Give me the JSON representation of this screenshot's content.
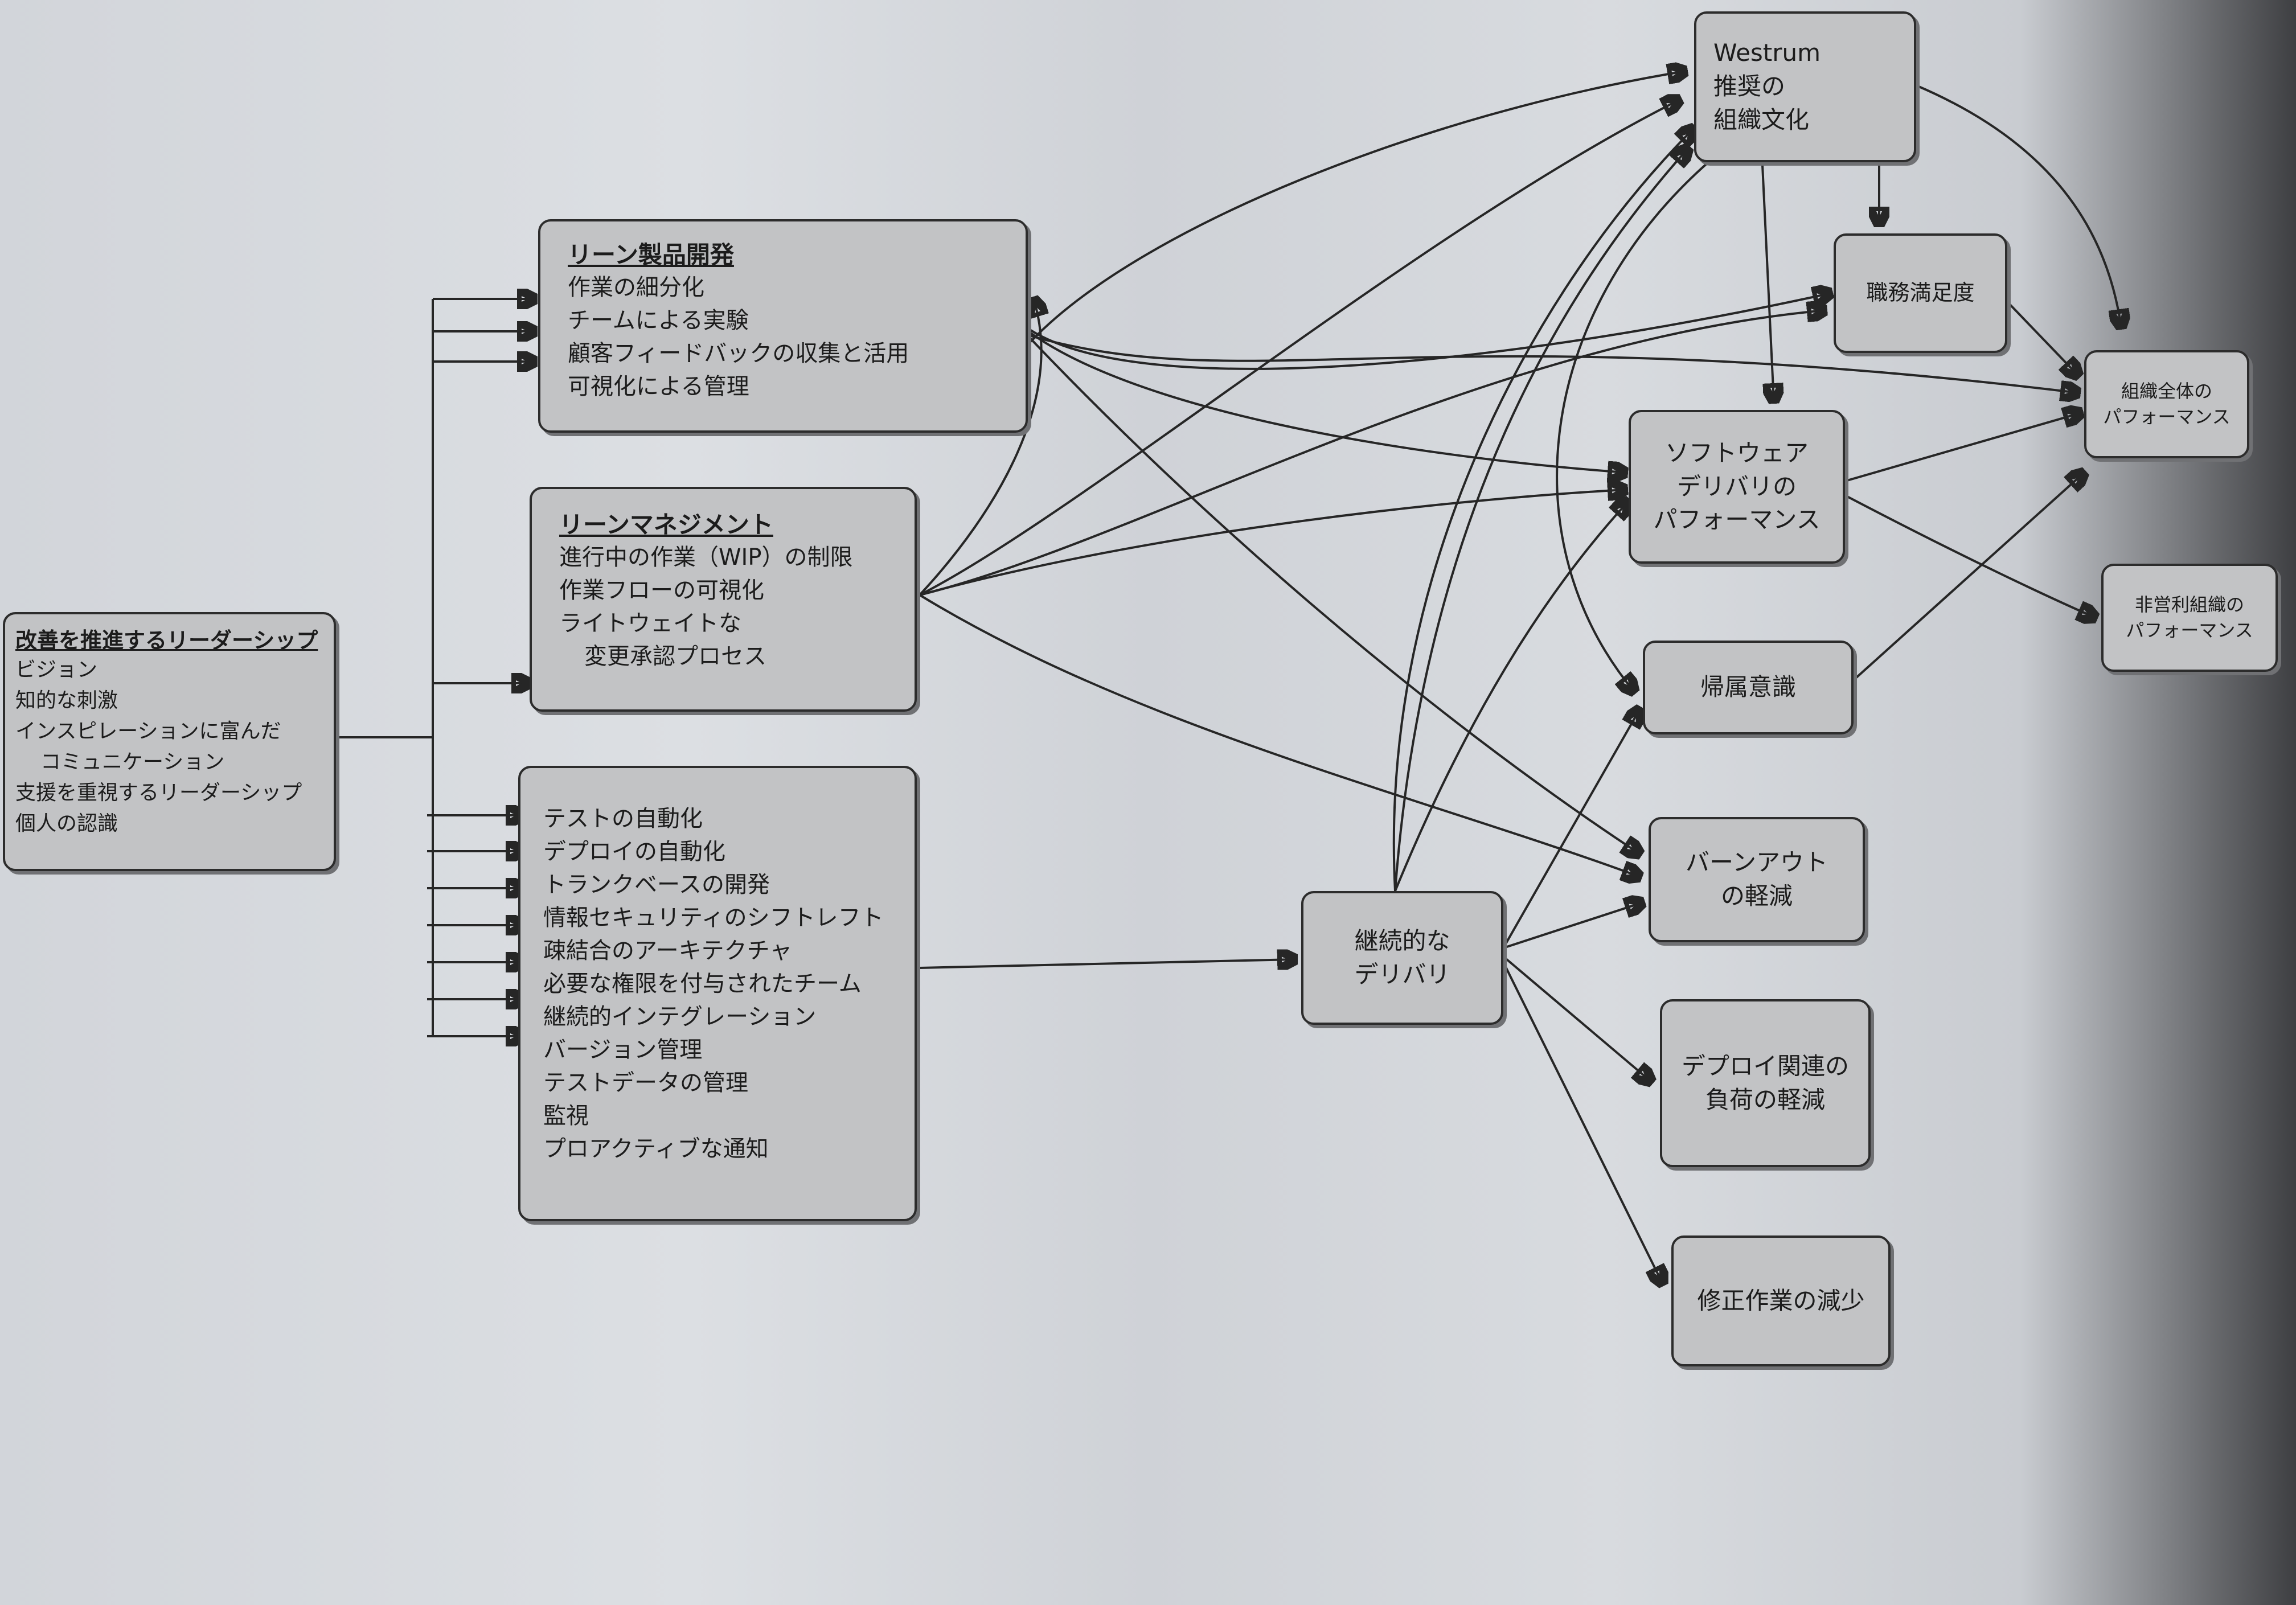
{
  "nodes": {
    "leadership": {
      "title": "改善を推進するリーダーシップ",
      "items": [
        "ビジョン",
        "知的な刺激",
        "インスピレーションに富んだ",
        "コミュニケーション",
        "支援を重視するリーダーシップ",
        "個人の認識"
      ]
    },
    "lean_product": {
      "title": "リーン製品開発",
      "items": [
        "作業の細分化",
        "チームによる実験",
        "顧客フィードバックの収集と活用",
        "可視化による管理"
      ]
    },
    "lean_management": {
      "title": "リーンマネジメント",
      "items": [
        "進行中の作業（WIP）の制限",
        "作業フローの可視化",
        "ライトウェイトな",
        "変更承認プロセス"
      ]
    },
    "technical_practices": {
      "items": [
        "テストの自動化",
        "デプロイの自動化",
        "トランクベースの開発",
        "情報セキュリティのシフトレフト",
        "疎結合のアーキテクチャ",
        "必要な権限を付与されたチーム",
        "継続的インテグレーション",
        "バージョン管理",
        "テストデータの管理",
        "監視",
        "プロアクティブな通知"
      ]
    },
    "continuous_delivery": {
      "lines": [
        "継続的な",
        "デリバリ"
      ]
    },
    "westrum": {
      "lines": [
        "Westrum",
        "推奨の",
        "組織文化"
      ]
    },
    "job_satisfaction": {
      "lines": [
        "職務満足度"
      ]
    },
    "software_delivery": {
      "lines": [
        "ソフトウェア",
        "デリバリの",
        "パフォーマンス"
      ]
    },
    "identity": {
      "lines": [
        "帰属意識"
      ]
    },
    "burnout": {
      "lines": [
        "バーンアウト",
        "の軽減"
      ]
    },
    "deploy_pain": {
      "lines": [
        "デプロイ関連の",
        "負荷の軽減"
      ]
    },
    "rework": {
      "lines": [
        "修正作業の減少"
      ]
    },
    "org_performance": {
      "lines": [
        "組織全体の",
        "パフォーマンス"
      ]
    },
    "nonprofit_performance": {
      "lines": [
        "非営利組織の",
        "パフォーマンス"
      ]
    }
  },
  "edges": [
    [
      "leadership",
      "lean_product"
    ],
    [
      "leadership",
      "lean_management"
    ],
    [
      "leadership",
      "technical_practices"
    ],
    [
      "lean_product",
      "westrum"
    ],
    [
      "lean_product",
      "job_satisfaction"
    ],
    [
      "lean_product",
      "software_delivery"
    ],
    [
      "lean_product",
      "org_performance"
    ],
    [
      "lean_product",
      "burnout"
    ],
    [
      "lean_management",
      "lean_product"
    ],
    [
      "lean_management",
      "westrum"
    ],
    [
      "lean_management",
      "job_satisfaction"
    ],
    [
      "lean_management",
      "software_delivery"
    ],
    [
      "lean_management",
      "burnout"
    ],
    [
      "technical_practices",
      "continuous_delivery"
    ],
    [
      "continuous_delivery",
      "westrum"
    ],
    [
      "continuous_delivery",
      "software_delivery"
    ],
    [
      "continuous_delivery",
      "identity"
    ],
    [
      "continuous_delivery",
      "burnout"
    ],
    [
      "continuous_delivery",
      "deploy_pain"
    ],
    [
      "continuous_delivery",
      "rework"
    ],
    [
      "westrum",
      "job_satisfaction"
    ],
    [
      "westrum",
      "software_delivery"
    ],
    [
      "westrum",
      "org_performance"
    ],
    [
      "westrum",
      "identity"
    ],
    [
      "job_satisfaction",
      "org_performance"
    ],
    [
      "software_delivery",
      "org_performance"
    ],
    [
      "software_delivery",
      "nonprofit_performance"
    ],
    [
      "identity",
      "org_performance"
    ]
  ]
}
